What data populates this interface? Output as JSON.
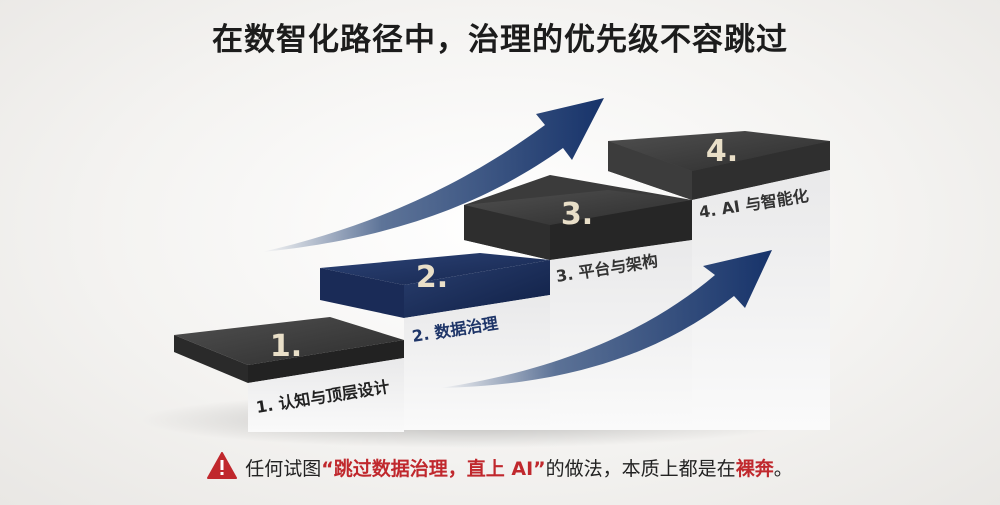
{
  "title": "在数智化路径中，治理的优先级不容跳过",
  "steps": [
    {
      "number": "1.",
      "label": "1. 认知与顶层设计"
    },
    {
      "number": "2.",
      "label": "2. 数据治理"
    },
    {
      "number": "3.",
      "label": "3. 平台与架构"
    },
    {
      "number": "4.",
      "label": "4. AI 与智能化"
    }
  ],
  "footer": {
    "prefix": "任何试图",
    "quote": "“跳过数据治理，直上 AI”",
    "middle": "的做法，本质上都是在",
    "accent": "裸奔",
    "suffix": "。"
  },
  "colors": {
    "dark_step": "#3a3a3a",
    "navy_step": "#1f3566",
    "arrow": "#1a3a6e",
    "warning_red": "#c0282d"
  },
  "icons": [
    "warning-triangle-icon",
    "upward-arrow-icon"
  ]
}
